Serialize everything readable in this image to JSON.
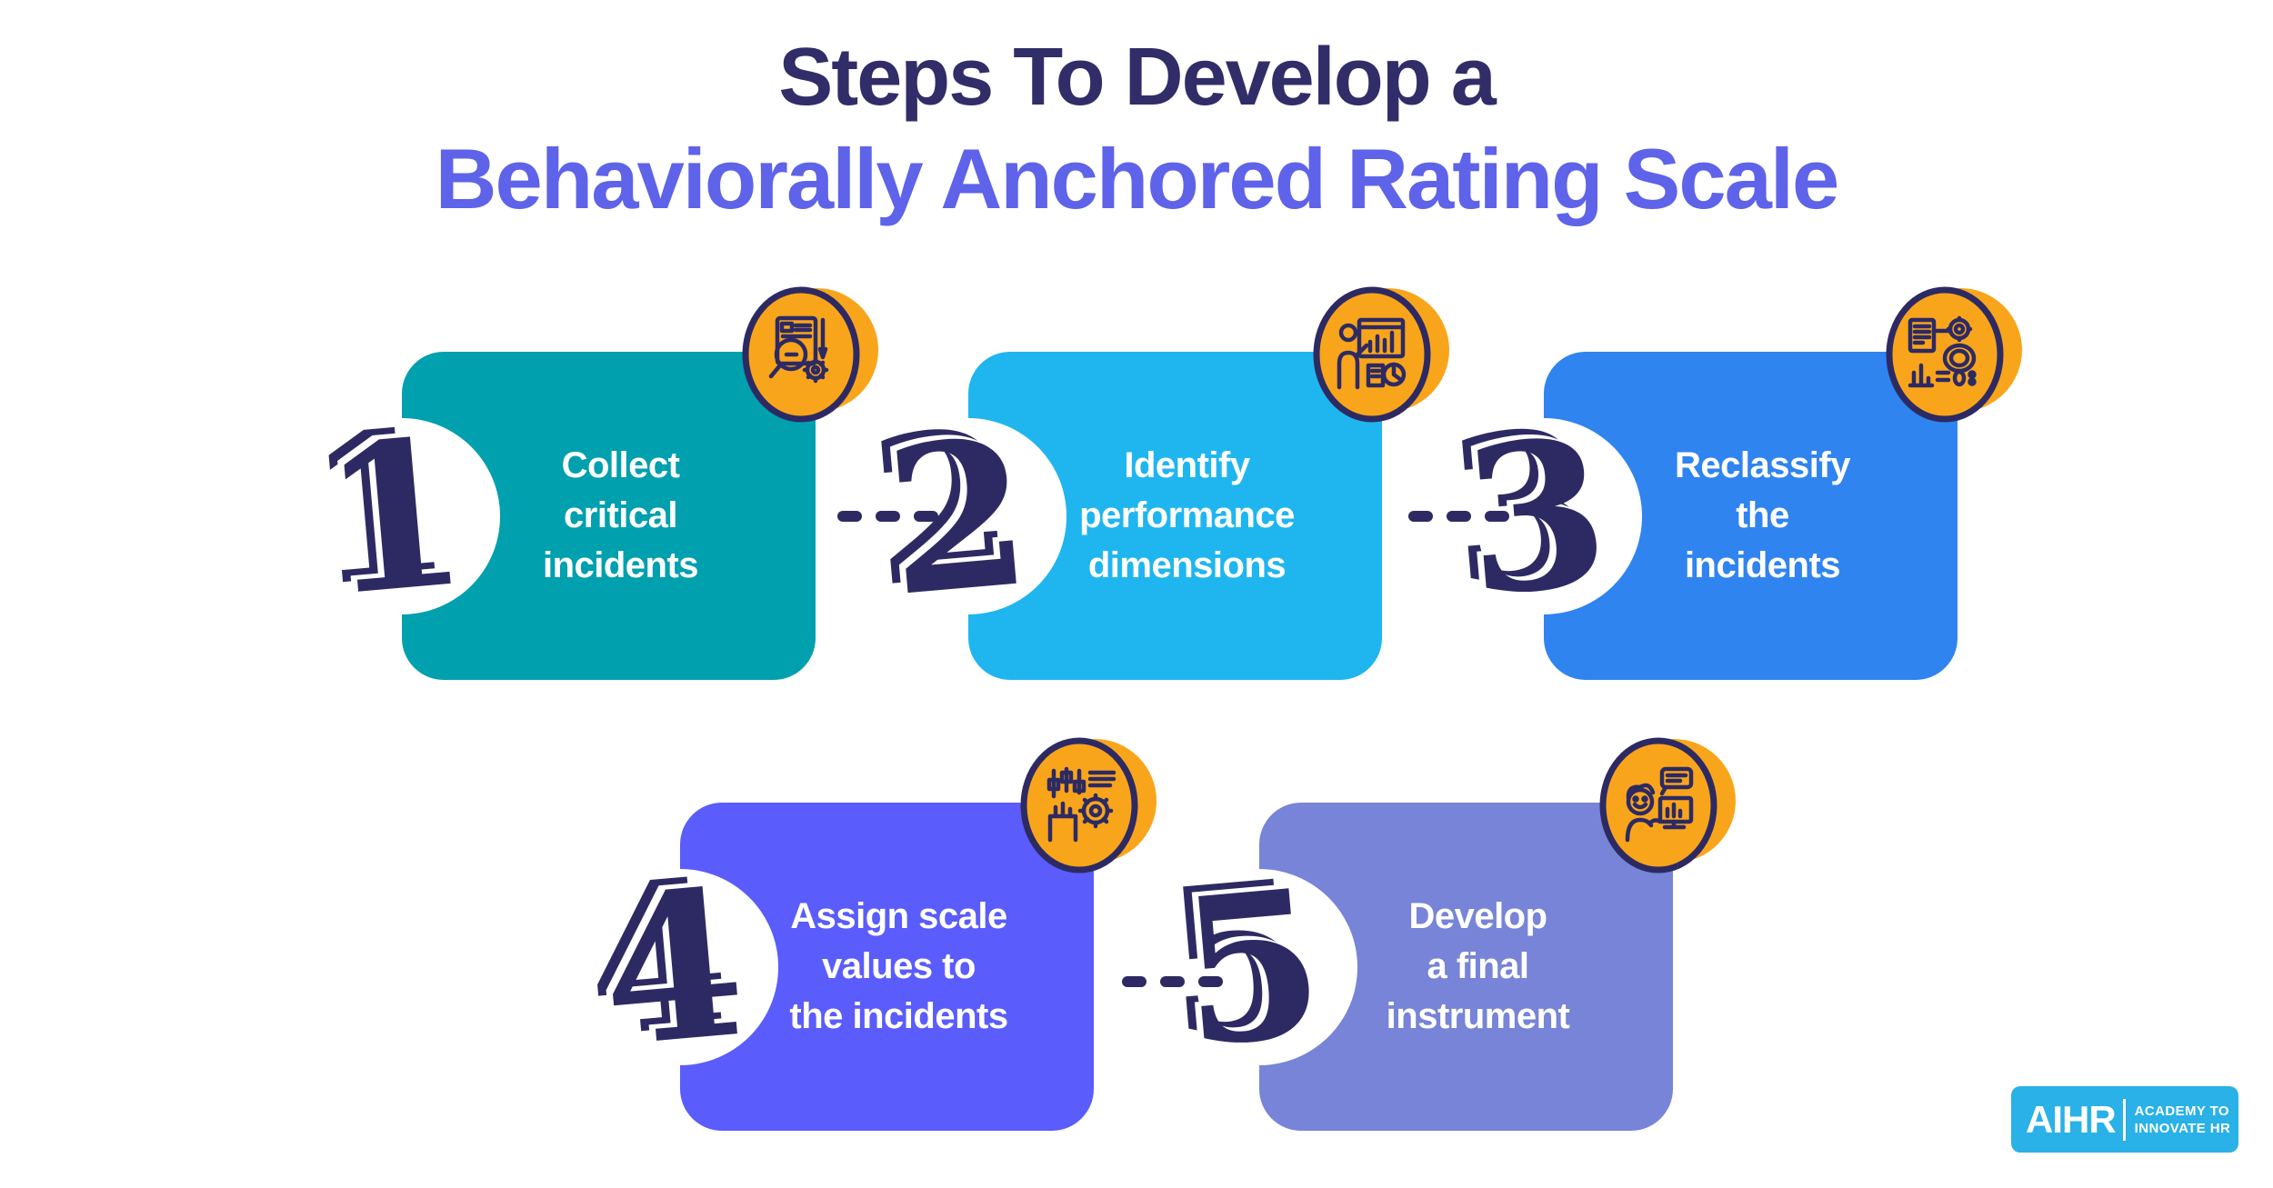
{
  "title": {
    "line1": "Steps To Develop a",
    "line2": "Behaviorally Anchored Rating Scale"
  },
  "steps": [
    {
      "number": "1",
      "label": [
        "Collect",
        "critical",
        "incidents"
      ],
      "color": "#00A0AE",
      "icon": "document-magnifier-icon"
    },
    {
      "number": "2",
      "label": [
        "Identify",
        "performance",
        "dimensions"
      ],
      "color": "#1FB6EF",
      "icon": "presenter-chart-icon"
    },
    {
      "number": "3",
      "label": [
        "Reclassify",
        "the",
        "incidents"
      ],
      "color": "#3084EF",
      "icon": "classify-documents-icon"
    },
    {
      "number": "4",
      "label": [
        "Assign scale",
        "values to",
        "the incidents"
      ],
      "color": "#5A5CFC",
      "icon": "sliders-gear-icon"
    },
    {
      "number": "5",
      "label": [
        "Develop",
        "a final",
        "instrument"
      ],
      "color": "#7784D7",
      "icon": "person-feedback-monitor-icon"
    }
  ],
  "colors": {
    "navy": "#2D2A63",
    "badge_orange": "#F9A51B",
    "title_line1": "#312D68",
    "title_line2": "#5E63E9",
    "logo_bg": "#29B1E8",
    "background": "#FFFFFF"
  },
  "logo": {
    "brand": "AIHR",
    "tagline": [
      "ACADEMY TO",
      "INNOVATE HR"
    ]
  }
}
